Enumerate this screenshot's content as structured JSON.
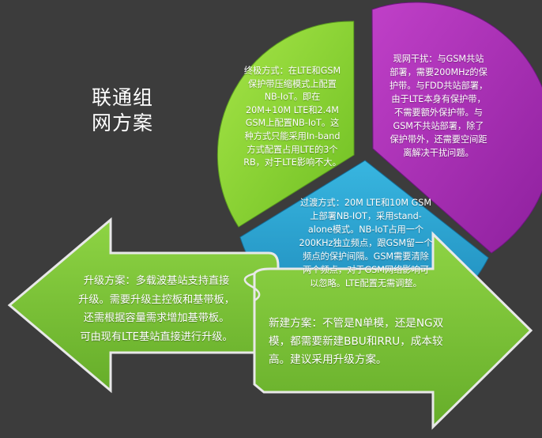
{
  "title": "联通组\n网方案",
  "segments": {
    "green": "终极方式：在LTE和GSM\n保护带压缩模式上配置\nNB-IoT。即在\n20M+10M LTE和2.4M\nGSM上配置NB-IoT。这\n种方式只能采用In-band\n方式配置占用LTE的3个\nRB，对于LTE影响不大。",
    "purple": "现网干扰：与GSM共站\n部署，需要200MHz的保\n护带。与FDD共站部署，\n由于LTE本身有保护带，\n不需要额外保护带。与\nGSM不共站部署，除了\n保护带外，还需要空间距\n离解决干扰问题。",
    "blue": "过渡方式：20M LTE和10M GSM\n上部署NB-IOT，采用stand-\nalone模式。NB-IoT占用一个\n200KHz独立频点，跟GSM留一个\n频点的保护间隔。GSM需要清除\n两个频点，对于GSM网络影响可\n以忽略。LTE配置无需调整。"
  },
  "arrows": {
    "left": "升级方案：多载波基站支持直接\n升级。需要升级主控板和基带板，\n还需根据容量需求增加基带板。\n可由现有LTE基站直接进行升级。",
    "right": "新建方案：不管是N单模，还是NG双\n模，都需要新建BBU和RRU，成本较\n高。建议采用升级方案。"
  },
  "colors": {
    "background": "#3c3c3c",
    "green": "#8cd63a",
    "purple": "#a52bb4",
    "blue": "#2aa3d0",
    "arrow": "#7dc238"
  }
}
